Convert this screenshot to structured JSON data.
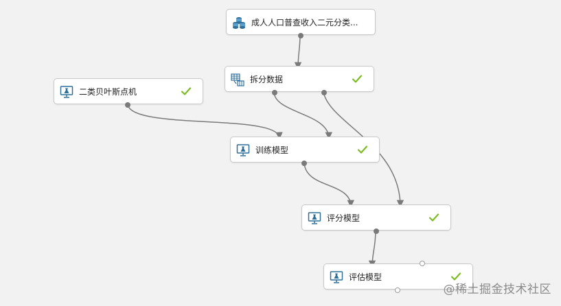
{
  "nodes": {
    "dataset": {
      "label": "成人人口普查收入二元分类...",
      "icon": "dataset-icon"
    },
    "split": {
      "label": "拆分数据",
      "icon": "split-data-icon",
      "status": "completed"
    },
    "bayes": {
      "label": "二类贝叶斯点机",
      "icon": "model-icon",
      "status": "completed"
    },
    "train": {
      "label": "训练模型",
      "icon": "model-icon",
      "status": "completed"
    },
    "score": {
      "label": "评分模型",
      "icon": "model-icon",
      "status": "completed"
    },
    "evaluate": {
      "label": "评估模型",
      "icon": "model-icon",
      "status": "completed"
    }
  },
  "colors": {
    "check": "#7cbb23",
    "icon": "#2e6f99",
    "edge": "#7a7a7a"
  },
  "watermark": "@稀土掘金技术社区"
}
